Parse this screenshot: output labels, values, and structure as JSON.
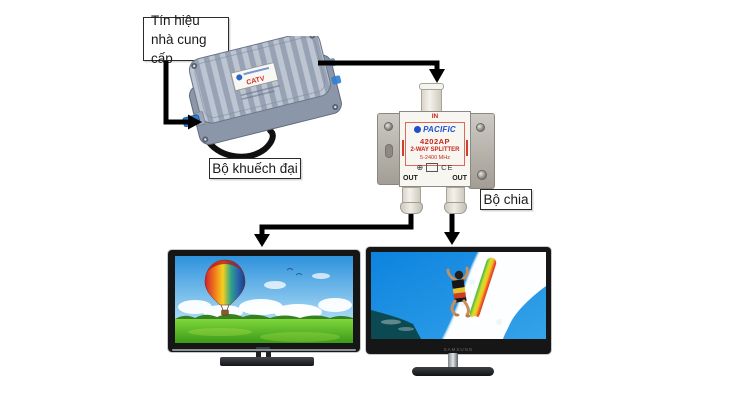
{
  "diagram": {
    "provider_box": {
      "line1": "Tín hiệu",
      "line2": "nhà cung cấp"
    },
    "amplifier": {
      "caption": "Bộ khuếch đại",
      "device_text": "CATV"
    },
    "splitter": {
      "caption": "Bộ chia",
      "in_label": "IN",
      "brand": "PACIFIC",
      "model": "4202AP",
      "device_type": "2-WAY SPLITTER",
      "frequency": "5-2400 MHz",
      "ce_mark": "CE",
      "out_left": "OUT",
      "out_right": "OUT"
    },
    "tv_right": {
      "brand_logo": "SAMSUNG"
    }
  },
  "colors": {
    "background": "#ffffff",
    "arrow": "#000000",
    "label_text": "#1a1a1a",
    "splitter_red": "#c9271d",
    "splitter_blue": "#1e4fd0",
    "amplifier_body": "#97a2b4"
  }
}
